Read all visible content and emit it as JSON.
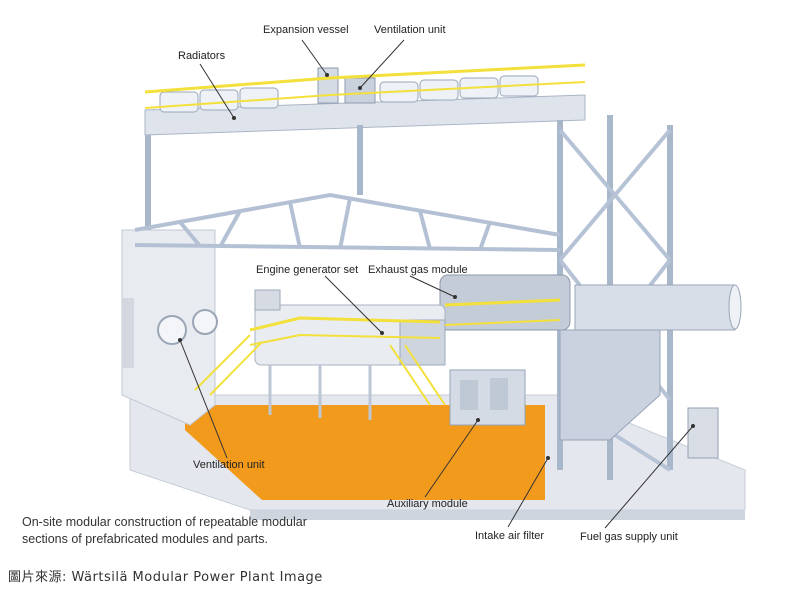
{
  "labels": {
    "expansion_vessel": "Expansion vessel",
    "ventilation_unit_top": "Ventilation unit",
    "radiators": "Radiators",
    "engine_generator_set": "Engine generator set",
    "exhaust_gas_module": "Exhaust gas module",
    "ventilation_unit_bottom": "Ventilation unit",
    "auxiliary_module": "Auxiliary module",
    "intake_air_filter": "Intake air filter",
    "fuel_gas_supply_unit": "Fuel gas supply unit"
  },
  "caption": "On-site modular construction of repeatable modular sections of prefabricated modules and parts.",
  "credit": "圖片來源: Wärtsilä Modular Power Plant Image",
  "colors": {
    "steel": "#b7c4d6",
    "steel_dark": "#8d9db4",
    "railing": "#f3e03b",
    "floor": "#f29a1c",
    "base": "#e6e9ee",
    "walkway": "#dfe3ea"
  }
}
